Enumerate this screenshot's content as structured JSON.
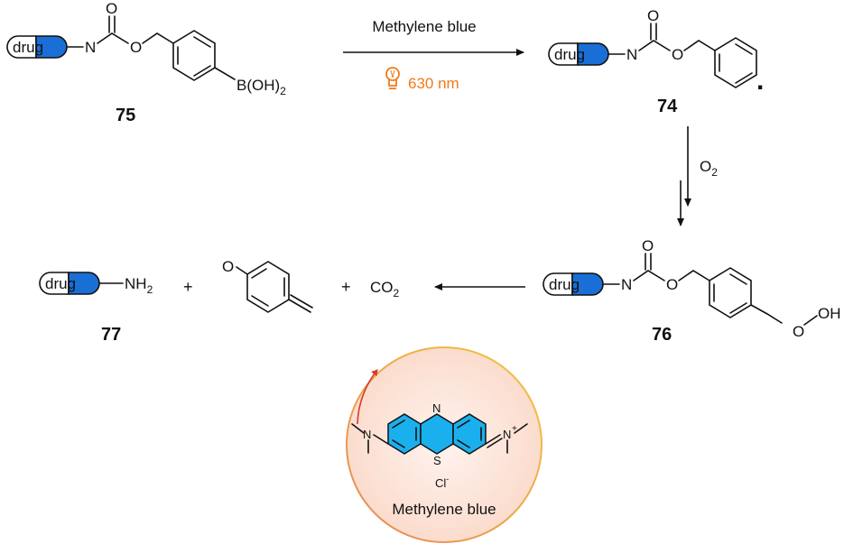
{
  "colors": {
    "drug_blue": "#1a6fd6",
    "bulb_orange": "#f07a1a",
    "dye_blue": "#1ab0ee",
    "halo_inner": "#fde7dc",
    "halo_edge": "#f0c060",
    "arc_red": "#d83a2a"
  },
  "icons": [
    "drug-pill-icon",
    "lightbulb-icon"
  ],
  "top_reaction": {
    "reagent": "Methylene blue",
    "light": "630 nm"
  },
  "down_reaction": {
    "reagent_main": "O",
    "reagent_sub": "2"
  },
  "bottom_reaction": {
    "plus1": "+",
    "plus2": "+",
    "co2_main": "CO",
    "co2_sub": "2"
  },
  "compounds": {
    "c75": {
      "label": "75",
      "drug": "drug",
      "n": "N",
      "o1": "O",
      "o2": "O",
      "boron": "B(OH)",
      "boron_sub": "2"
    },
    "c74": {
      "label": "74",
      "drug": "drug",
      "n": "N",
      "o1": "O",
      "o2": "O",
      "radical": "."
    },
    "c76": {
      "label": "76",
      "drug": "drug",
      "n": "N",
      "o1": "O",
      "o2": "O",
      "oo": "O",
      "oh": "OH"
    },
    "c77": {
      "label": "77",
      "drug": "drug",
      "nh": "NH",
      "nh_sub": "2"
    },
    "quinone": {
      "o": "O"
    }
  },
  "methylene_blue": {
    "n_ring": "N",
    "s_ring": "S",
    "n_left": "N",
    "n_right": "N",
    "plus": "+",
    "counter_ion": "Cl",
    "counter_charge": "-",
    "name": "Methylene blue"
  }
}
